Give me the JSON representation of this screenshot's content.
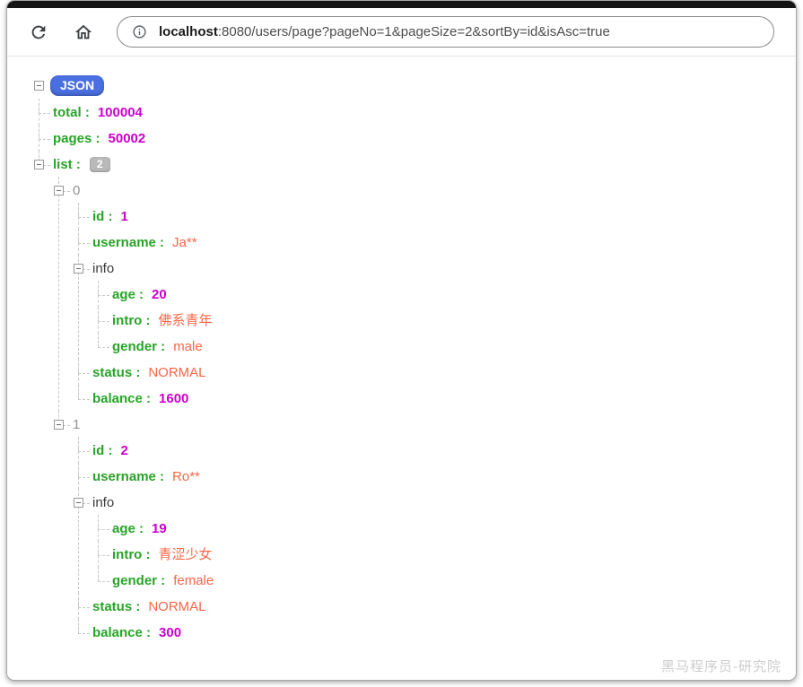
{
  "browser": {
    "url": {
      "host": "localhost",
      "rest": ":8080/users/page?pageNo=1&pageSize=2&sortBy=id&isAsc=true"
    }
  },
  "watermark": "黑马程序员-研究院",
  "colors": {
    "key": "#28a428",
    "number": "#cc00cc",
    "string": "#fb6648",
    "index": "#919191",
    "object_label": "#3a3a3a",
    "root_badge_bg": "#4a6fe0",
    "count_badge_bg": "#b9b9b9",
    "tree_line": "#c9c9c9"
  },
  "tree": {
    "root_label": "JSON",
    "children": [
      {
        "key": "total",
        "value": "100004",
        "vtype": "number"
      },
      {
        "key": "pages",
        "value": "50002",
        "vtype": "number"
      },
      {
        "key": "list",
        "vtype": "array",
        "count": "2",
        "children": [
          {
            "key": "0",
            "vtype": "index",
            "children": [
              {
                "key": "id",
                "value": "1",
                "vtype": "number"
              },
              {
                "key": "username",
                "value": "Ja**",
                "vtype": "string"
              },
              {
                "key": "info",
                "vtype": "object",
                "children": [
                  {
                    "key": "age",
                    "value": "20",
                    "vtype": "number"
                  },
                  {
                    "key": "intro",
                    "value": "佛系青年",
                    "vtype": "string"
                  },
                  {
                    "key": "gender",
                    "value": "male",
                    "vtype": "string"
                  }
                ]
              },
              {
                "key": "status",
                "value": "NORMAL",
                "vtype": "string"
              },
              {
                "key": "balance",
                "value": "1600",
                "vtype": "number"
              }
            ]
          },
          {
            "key": "1",
            "vtype": "index",
            "children": [
              {
                "key": "id",
                "value": "2",
                "vtype": "number"
              },
              {
                "key": "username",
                "value": "Ro**",
                "vtype": "string"
              },
              {
                "key": "info",
                "vtype": "object",
                "children": [
                  {
                    "key": "age",
                    "value": "19",
                    "vtype": "number"
                  },
                  {
                    "key": "intro",
                    "value": "青涩少女",
                    "vtype": "string"
                  },
                  {
                    "key": "gender",
                    "value": "female",
                    "vtype": "string"
                  }
                ]
              },
              {
                "key": "status",
                "value": "NORMAL",
                "vtype": "string"
              },
              {
                "key": "balance",
                "value": "300",
                "vtype": "number"
              }
            ]
          }
        ]
      }
    ]
  }
}
